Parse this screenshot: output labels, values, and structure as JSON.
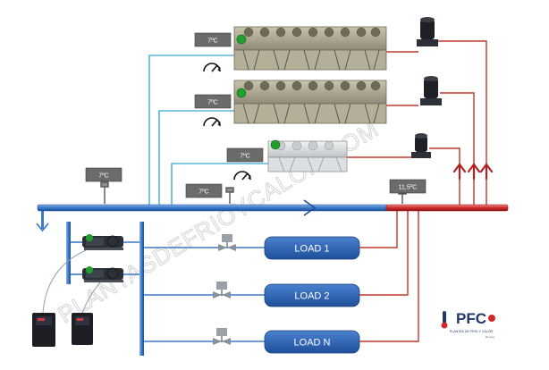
{
  "temperatures": {
    "chiller_1_supply": "7ºC",
    "chiller_2_supply": "7ºC",
    "chiller_3_supply": "7ºC",
    "primary_supply": "7ºC",
    "secondary_supply": "7ºC",
    "return": "11,5ºC"
  },
  "loads": [
    "LOAD 1",
    "LOAD 2",
    "LOAD N"
  ],
  "watermark": "PLANTASDEFRIOYCALOR.COM",
  "brand": {
    "logo_text": "PFC",
    "tagline": "PLANTAS DE FRIO Y CALOR",
    "sub": "Bomaq"
  },
  "colors": {
    "supply_pipe": "#3a78c8",
    "return_pipe": "#d12a2a",
    "thin_supply": "#56b6dc",
    "thin_return": "#c0392b",
    "load_box": "#2c64b4",
    "tag_box": "#6b6b6b",
    "status_led": "#1fa02c"
  }
}
